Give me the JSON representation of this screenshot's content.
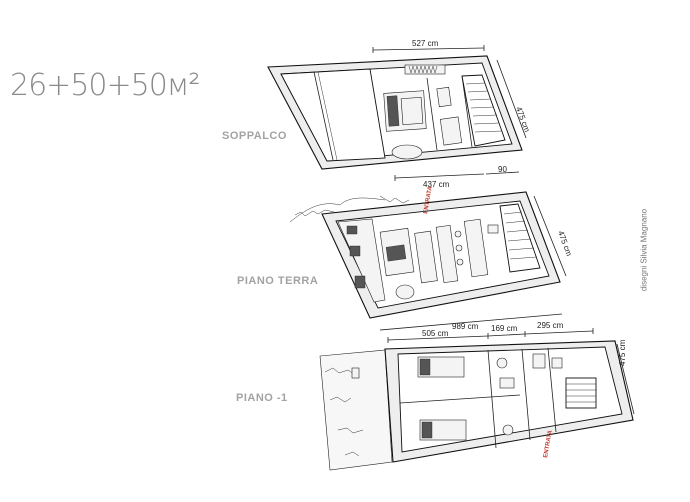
{
  "area_title": "26+50+50м²",
  "floors": [
    {
      "label": "SOPPALCO"
    },
    {
      "label": "PIANO TERRA"
    },
    {
      "label": "PIANO -1"
    }
  ],
  "dimensions": {
    "soppalco_width": "527 cm",
    "soppalco_depth": "475 cm",
    "soppalco_inner": "437 cm",
    "soppalco_step": "90",
    "terra_depth": "475 cm",
    "terra_width": "989 cm",
    "minus1_a": "505 cm",
    "minus1_b": "169 cm",
    "minus1_c": "295 cm",
    "minus1_depth": "475 cm"
  },
  "entrance_labels": [
    "ENTRATA",
    "ENTRATA"
  ],
  "credit": "disegni Silvia Magnano",
  "colors": {
    "walls": "#eeeeee",
    "lines": "#111111",
    "entrance": "#c0392b",
    "labels": "#a3a3a3"
  }
}
